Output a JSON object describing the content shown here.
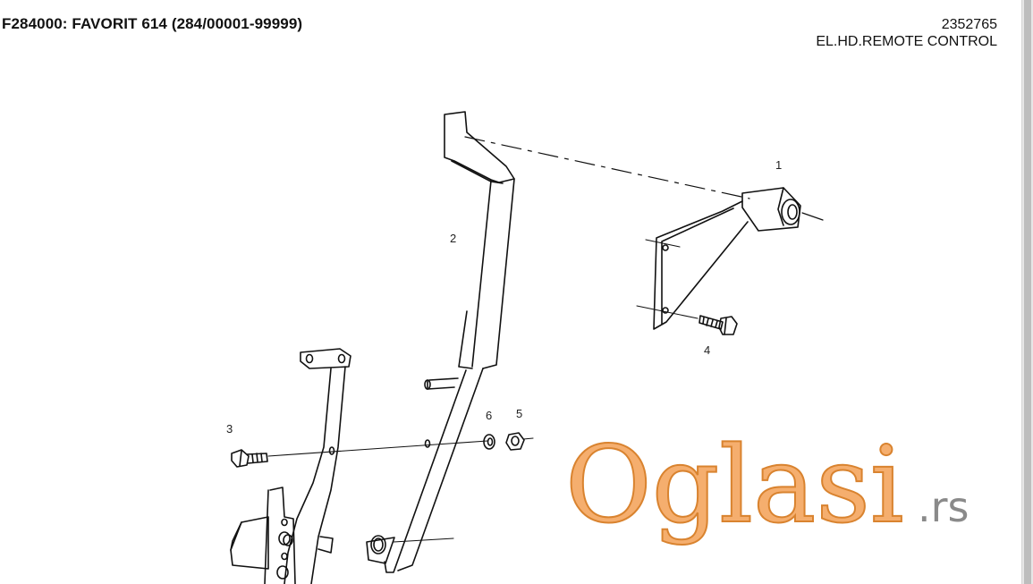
{
  "header": {
    "title": "F284000: FAVORIT 614 (284/00001-99999)",
    "part_number": "2352765",
    "description": "EL.HD.REMOTE CONTROL"
  },
  "callouts": {
    "c1": "1",
    "c2": "2",
    "c3": "3",
    "c4": "4",
    "c5": "5",
    "c6": "6"
  },
  "watermark": {
    "main": "Oglasi",
    "tld": ".rs",
    "colors": {
      "fill": "#f5ae6e",
      "stroke": "#d9832f",
      "tld": "#8a8a8a"
    }
  }
}
